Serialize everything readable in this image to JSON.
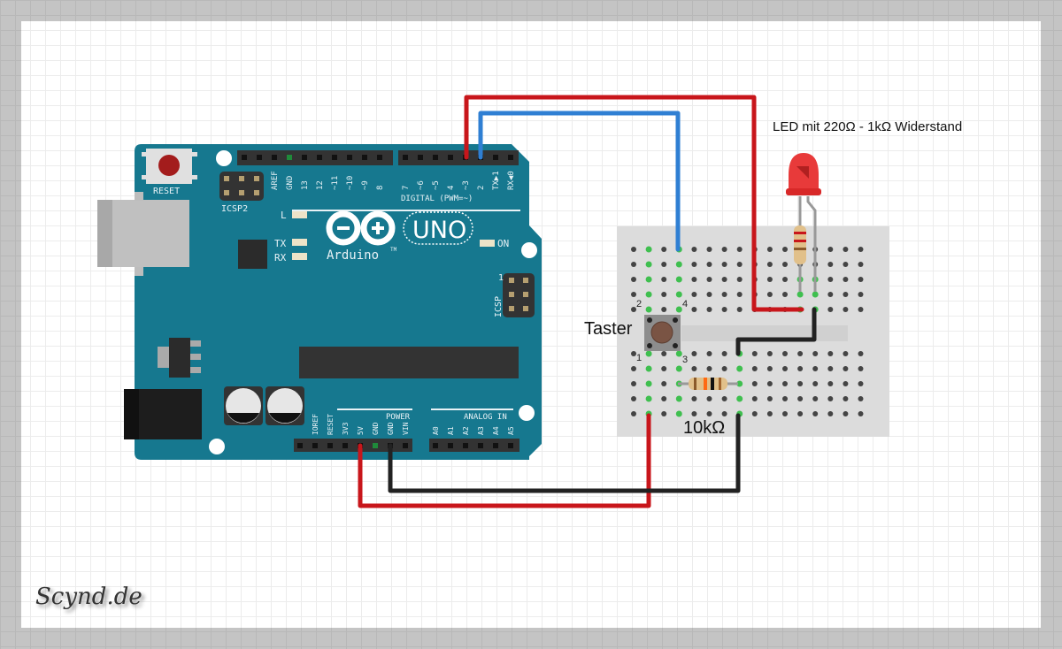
{
  "diagram": {
    "title": "Arduino UNO Taster (push button) circuit with LED",
    "arduino": {
      "brand_label": "Arduino",
      "trademark": "TM",
      "model_label": "UNO",
      "reset_label": "RESET",
      "icsp2_label": "ICSP2",
      "icsp_label": "ICSP",
      "icsp_pin1": "1",
      "led_labels": {
        "l": "L",
        "tx": "TX",
        "rx": "RX",
        "on": "ON"
      },
      "digital_header_label": "DIGITAL (PWM=~)",
      "digital_pins": [
        "AREF",
        "GND",
        "13",
        "12",
        "~11",
        "~10",
        "~9",
        "8",
        "7",
        "~6",
        "~5",
        "4",
        "~3",
        "2",
        "TX▶1",
        "RX◀0"
      ],
      "power_header_label": "POWER",
      "power_pins": [
        "IOREF",
        "RESET",
        "3V3",
        "5V",
        "GND",
        "GND",
        "VIN"
      ],
      "analog_header_label": "ANALOG IN",
      "analog_pins": [
        "A0",
        "A1",
        "A2",
        "A3",
        "A4",
        "A5"
      ]
    },
    "annotations": {
      "led_caption": "LED mit 220Ω - 1kΩ Widerstand",
      "button_caption": "Taster",
      "resistor_caption": "10kΩ",
      "button_pins": [
        "1",
        "2",
        "3",
        "4"
      ]
    },
    "wires": [
      {
        "name": "pin3-to-led",
        "color": "#c8161b",
        "from": "Digital pin 3",
        "to": "LED anode row"
      },
      {
        "name": "pin2-to-button",
        "color": "#2f7fd3",
        "from": "Digital pin 2",
        "to": "Button pin 4 column"
      },
      {
        "name": "5v-to-button",
        "color": "#c8161b",
        "from": "5V",
        "to": "Button pin 1 column"
      },
      {
        "name": "gnd-to-resistor",
        "color": "#222222",
        "from": "GND",
        "to": "10kΩ resistor / LED cathode"
      }
    ],
    "colors": {
      "board": "#16788f",
      "breadboard": "#dcdcdc",
      "wire_red": "#c8161b",
      "wire_blue": "#2f7fd3",
      "wire_black": "#222222",
      "led": "#e83a3a"
    },
    "watermark": "Scynd.de"
  }
}
